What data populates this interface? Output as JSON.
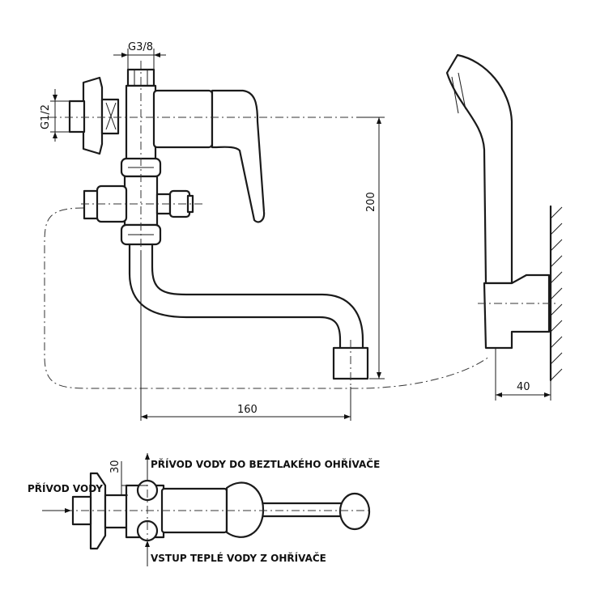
{
  "dimensions": {
    "g38": "G3/8",
    "g12": "G1/2",
    "height_200": "200",
    "width_160": "160",
    "depth_40": "40",
    "offset_30": "30"
  },
  "callouts": {
    "privod_vody": "PŘÍVOD VODY",
    "privod_do_ohrivace": "PŘÍVOD VODY DO BEZTLAKÉHO OHŘÍVAČE",
    "vstup_teple_vody": "VSTUP TEPLÉ VODY Z OHŘÍVAČE"
  }
}
